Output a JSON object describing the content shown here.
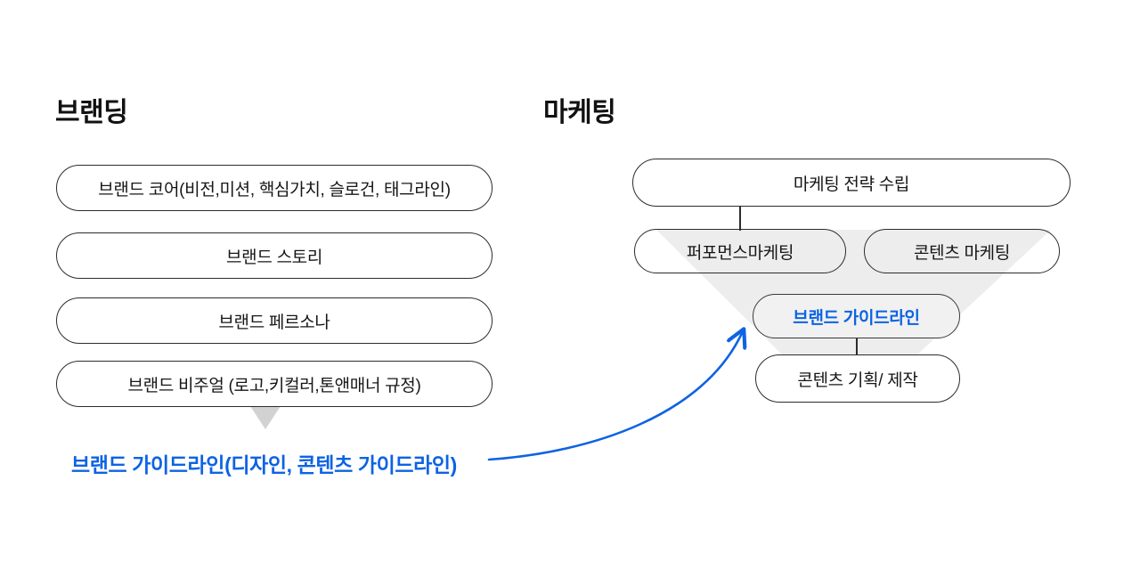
{
  "diagram": {
    "background": "#ffffff",
    "accent_blue": "#0d63e3",
    "funnel_color": "#ededed",
    "pointer_color": "#d2d2d2",
    "node_border_color": "#2c2c2c"
  },
  "branding": {
    "title": "브랜딩",
    "items": [
      "브랜드 코어(비전,미션, 핵심가치, 슬로건, 태그라인)",
      "브랜드 스토리",
      "브랜드 페르소나",
      "브랜드 비주얼 (로고,키컬러,톤앤매너 규정)"
    ],
    "callout": "브랜드 가이드라인(디자인, 콘텐츠 가이드라인)"
  },
  "marketing": {
    "title": "마케팅",
    "strategy": "마케팅 전략 수립",
    "children": [
      "퍼포먼스마케팅",
      "콘텐츠 마케팅"
    ],
    "guideline": "브랜드 가이드라인",
    "production": "콘텐츠 기획/ 제작"
  }
}
